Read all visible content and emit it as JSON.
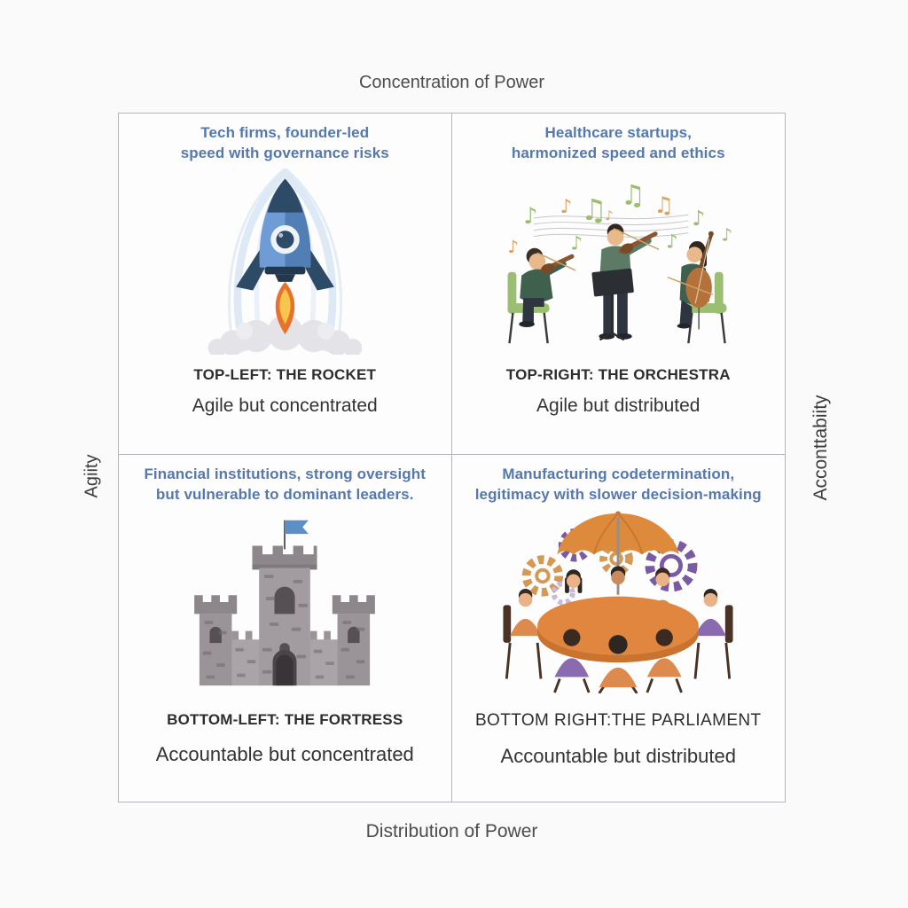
{
  "axes": {
    "top": "Concentration of Power",
    "bottom": "Distribution of Power",
    "left": "Agiity",
    "right": "Acconttabiity"
  },
  "quadrants": {
    "top_left": {
      "header": "Tech firms, founder-led\nspeed with governance risks",
      "illustration": "rocket",
      "title": "TOP-LEFT: THE ROCKET",
      "subtitle": "Agile but concentrated"
    },
    "top_right": {
      "header": "Healthcare startups,\nharmonized speed and ethics",
      "illustration": "orchestra",
      "title": "TOP-RIGHT: THE ORCHESTRA",
      "subtitle": "Agile but distributed"
    },
    "bottom_left": {
      "header": "Financial institutions, strong oversight\nbut vulnerable to dominant leaders.",
      "illustration": "fortress",
      "title": "BOTTOM-LEFT: THE FORTRESS",
      "subtitle": "Accountable but concentrated"
    },
    "bottom_right": {
      "header": "Manufacturing codetermination,\nlegitimacy with slower decision-making",
      "illustration": "parliament-round-table",
      "title": "BOTTOM RIGHT:THE PARLIAMENT",
      "subtitle": "Accountable but distributed"
    }
  },
  "colors": {
    "header_blue": "#5578ad",
    "axis_gray": "#4c4c4c",
    "caption_dark": "#2d2d2d",
    "grid_line": "#b2b6bc",
    "rocket_blue_light": "#6f9cd4",
    "rocket_blue_dark": "#517fb5",
    "rocket_navy": "#2d4a66",
    "flame_orange": "#e8722b",
    "flame_yellow": "#f8c64e",
    "note_green": "#9cbf6e",
    "note_orange": "#dfa05e",
    "chair_green": "#9abf72",
    "castle_gray": "#a29ca0",
    "flag_blue": "#5d8fc7",
    "table_orange": "#e0863e",
    "umbrella_orange": "#de8a3d",
    "gear_purple": "#7a5ba3",
    "gear_orange": "#d49a55",
    "people_purple": "#8b6bb0",
    "people_orange": "#dd8a4e"
  }
}
